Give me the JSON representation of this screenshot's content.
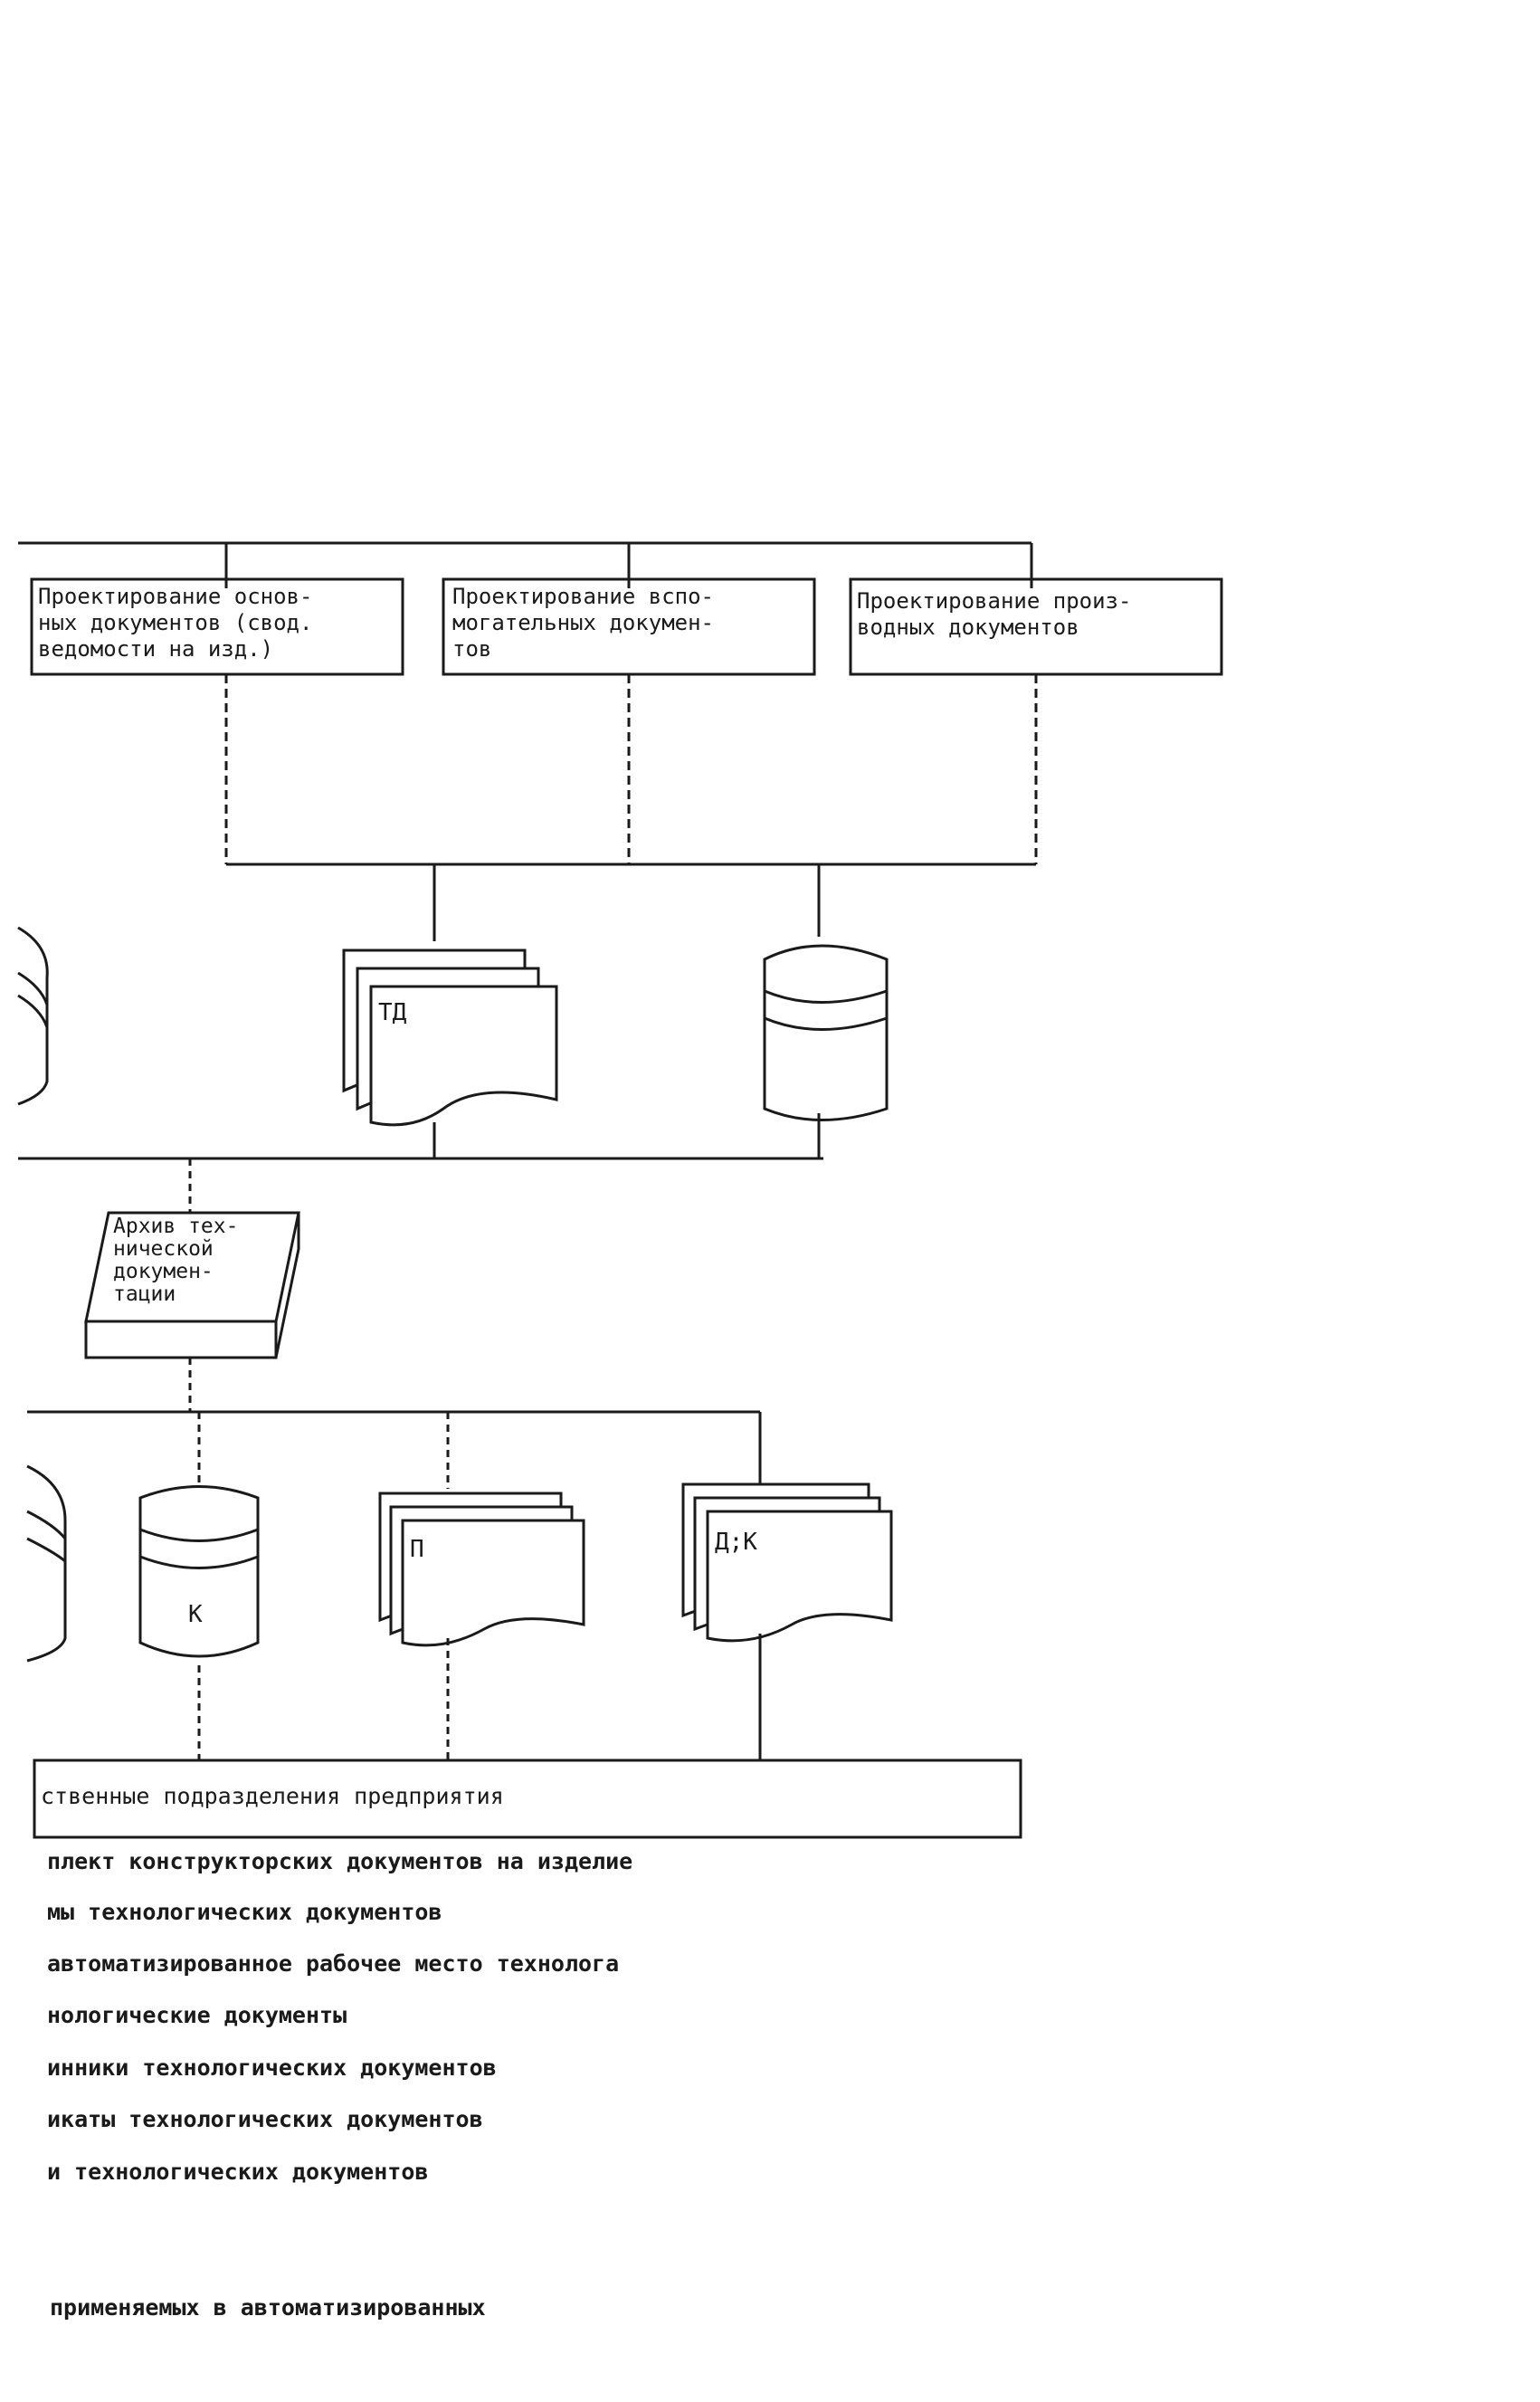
{
  "boxes": {
    "basic_docs": "Проектирование основ-\nных документов (свод.\nведомости на изд.)",
    "aux_docs": "Проектирование вспо-\nмогательных докумен-\nтов",
    "derived_docs": "Проектирование произ-\nводных документов"
  },
  "stores": {
    "td_label": "ТД",
    "archive_label": "Архив тех-\nнической\nдокумен-\nтации",
    "k_label": "К",
    "p_label": "П",
    "dk_label": "Д;К"
  },
  "bottom_bar": {
    "label": "ственные   подразделения предприятия"
  },
  "legend": [
    "плект конструкторских документов на изделие",
    "мы технологических документов",
    "автоматизированное рабочее место технолога",
    "нологические документы",
    "инники технологических документов",
    "икаты технологических документов",
    "и технологических документов"
  ],
  "caption": "применяемых в автоматизированных",
  "colors": {
    "ink": "#1a1a1a",
    "paper": "#ffffff"
  }
}
